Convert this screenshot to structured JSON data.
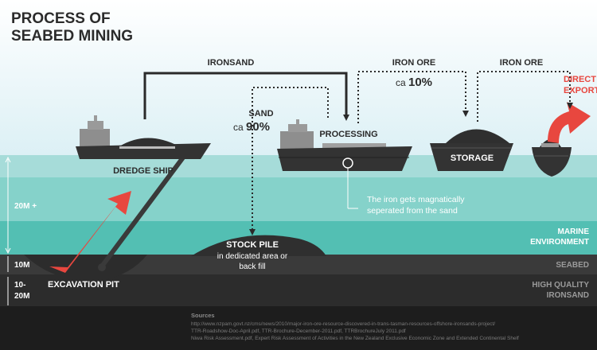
{
  "title": {
    "line1": "PROCESS OF",
    "line2": "SEABED MINING"
  },
  "flows": {
    "ironsand": "IRONSAND",
    "iron_ore_1": "IRON ORE",
    "iron_ore_2": "IRON ORE",
    "ca": "ca",
    "iron_pct": "10%",
    "sand": "SAND",
    "sand_pct": "90%",
    "direct_export_1": "DIRECT",
    "direct_export_2": "EXPORT"
  },
  "stations": {
    "dredge_ship": "DREDGE SHIP",
    "processing": "PROCESSING",
    "storage": "STORAGE"
  },
  "annotations": {
    "magnet_1": "The iron gets magnatically",
    "magnet_2": "seperated from the sand",
    "stock_pile": "STOCK PILE",
    "stock_sub_1": "in dedicated area or",
    "stock_sub_2": "back fill",
    "excavation_pit": "EXCAVATION PIT"
  },
  "depths": {
    "d1": "20M +",
    "d2": "10M",
    "d3a": "10-",
    "d3b": "20M"
  },
  "zones": {
    "marine_1": "MARINE",
    "marine_2": "ENVIRONMENT",
    "seabed": "SEABED",
    "hq_1": "HIGH QUALITY",
    "hq_2": "IRONSAND"
  },
  "sources": {
    "heading": "Sources",
    "line1": "http://www.nzpam.govt.nz/cms/news/2010/major-iron-ore-resource-discovered-in-trans-tasman-resources-offshore-ironsands-project/",
    "line2": "TTR-Roadshow-Doc-April.pdf, TTR-Brochure-December-2011.pdf, TTRBrochureJuly 2011.pdf",
    "line3": "Niwa Risk Assessment.pdf, Expert Risk Assessment of Activities in the New Zealand Exclusive Economic Zone and Extended Continental Shelf"
  },
  "colors": {
    "sky": "#dcf0f5",
    "water_light": "#a6dcd9",
    "water_mid": "#85d2ca",
    "water_deep": "#53bfb3",
    "seabed": "#3a3a3a",
    "ironsand": "#2c2c2c",
    "bedrock": "#1d1d1d",
    "hull": "#333333",
    "cabin": "#8e8e8e",
    "accent_red": "#e8473f"
  }
}
